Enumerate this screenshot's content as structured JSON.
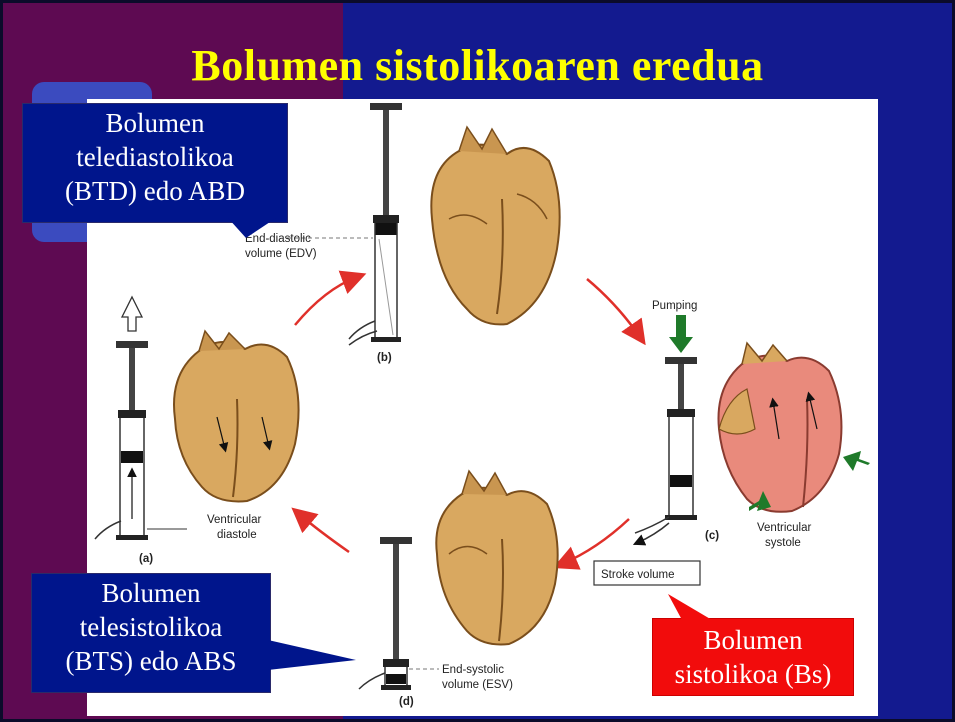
{
  "slide": {
    "title": "Bolumen sistolikoaren eredua"
  },
  "callouts": {
    "edv_box": [
      "Bolumen",
      "telediastolikoa",
      "(BTD) edo ABD"
    ],
    "esv_box": [
      "Bolumen",
      "telesistolikoa",
      "(BTS) edo ABS"
    ],
    "sv_box": [
      "Bolumen",
      "sistolikoa (Bs)"
    ]
  },
  "figure": {
    "label_edv": [
      "End-diastolic",
      "volume (EDV)"
    ],
    "label_esv": [
      "End-systolic",
      "volume (ESV)"
    ],
    "label_pumping": "Pumping",
    "label_stroke": "Stroke volume",
    "label_diastole": [
      "Ventricular",
      "diastole"
    ],
    "label_systole": [
      "Ventricular",
      "systole"
    ],
    "panel_a": "(a)",
    "panel_b": "(b)",
    "panel_c": "(c)",
    "panel_d": "(d)"
  },
  "colors": {
    "bg_purple": "#5e0a52",
    "bg_blue": "#131a8f",
    "title_yellow": "#ffff00",
    "callout_blue": "#00158c",
    "callout_red": "#f20c0c",
    "arrow_red": "#e0302a",
    "arrow_green": "#1f7a2a",
    "heart_tan": "#d9a860",
    "heart_pink": "#e98a7c"
  }
}
